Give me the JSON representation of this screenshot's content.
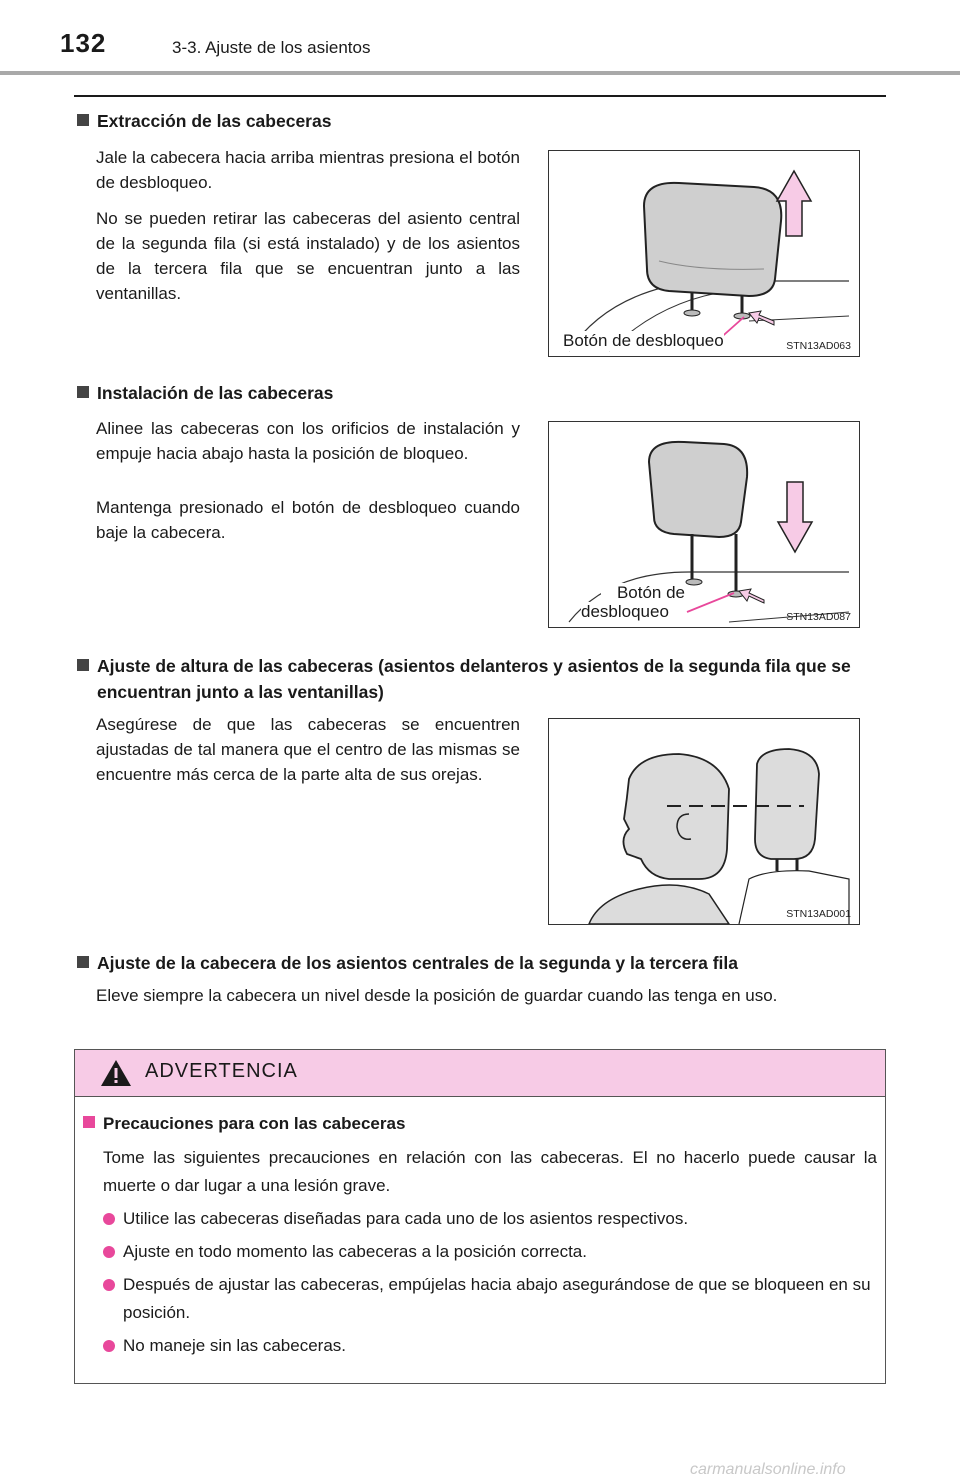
{
  "header": {
    "page_number": "132",
    "section": "3-3. Ajuste de los asientos"
  },
  "sections": [
    {
      "heading": "Extracción de las cabeceras",
      "paragraphs": [
        "Jale la cabecera hacia arriba mientras presiona el botón de desbloqueo.",
        "No se pueden retirar las cabeceras del asiento central de la segunda fila (si está instalado) y de los asientos de la tercera fila que se encuentran junto a las ventanillas."
      ],
      "figure": {
        "label": "Botón de desbloqueo",
        "code": "STN13AD063"
      }
    },
    {
      "heading": "Instalación de las cabeceras",
      "paragraphs": [
        "Alinee las cabeceras con los orificios de instalación y empuje hacia abajo hasta la posición de bloqueo.",
        "Mantenga presionado el botón de desbloqueo cuando baje la cabecera."
      ],
      "figure": {
        "label_line1": "Botón de",
        "label_line2": "desbloqueo",
        "code": "STN13AD087"
      }
    },
    {
      "heading": "Ajuste de altura de las cabeceras (asientos delanteros y asientos de la segunda fila que se encuentran junto a las ventanillas)",
      "paragraphs": [
        "Asegúrese de que las cabeceras se encuentren ajustadas de tal manera que el centro de las mismas se encuentre más cerca de la parte alta de sus orejas."
      ],
      "figure": {
        "code": "STN13AD001"
      }
    },
    {
      "heading": "Ajuste de la cabecera de los asientos centrales de la segunda y la tercera fila",
      "paragraphs": [
        "Eleve siempre la cabecera un nivel desde la posición de guardar cuando las tenga en uso."
      ]
    }
  ],
  "warning": {
    "title": "ADVERTENCIA",
    "heading": "Precauciones para con las cabeceras",
    "intro": "Tome las siguientes precauciones en relación con las cabeceras. El no hacerlo puede causar la muerte o dar lugar a una lesión grave.",
    "bullets": [
      "Utilice las cabeceras diseñadas para cada uno de los asientos respectivos.",
      "Ajuste en todo momento las cabeceras a la posición correcta.",
      "Después de ajustar las cabeceras, empújelas hacia abajo asegurándose de que se bloqueen en su posición.",
      "No maneje sin las cabeceras."
    ]
  },
  "watermark": "carmanualsonline.info",
  "colors": {
    "accent": "#e8489b",
    "warning_header": "#f7cbe6",
    "rule": "#a9a9a9"
  }
}
